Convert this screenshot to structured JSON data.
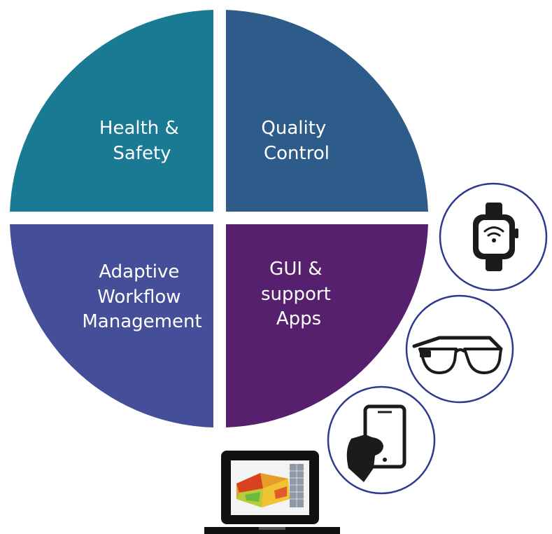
{
  "quadrants": [
    {
      "lines": [
        "Health &",
        "Safety"
      ],
      "color": "#1a7a94"
    },
    {
      "lines": [
        "Quality",
        "Control"
      ],
      "color": "#2d5b8a"
    },
    {
      "lines": [
        "Adaptive",
        "Workflow",
        "Management"
      ],
      "color": "#454f99"
    },
    {
      "lines": [
        "GUI &",
        "support",
        "Apps"
      ],
      "color": "#57206f"
    }
  ],
  "devices": [
    {
      "icon": "smartwatch-icon"
    },
    {
      "icon": "smart-glasses-icon"
    },
    {
      "icon": "tablet-in-hand-icon"
    },
    {
      "icon": "laptop-icon"
    }
  ],
  "colors": {
    "device_circle_border": "#2f3a8f",
    "icon_dark": "#1b1b1b",
    "background": "#ffffff"
  }
}
